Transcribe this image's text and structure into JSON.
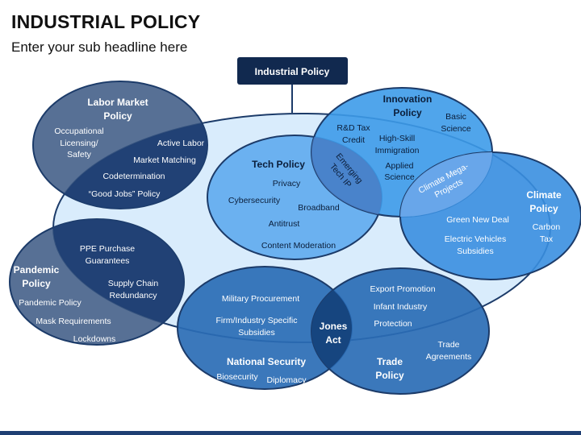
{
  "header": {
    "title": "INDUSTRIAL POLICY",
    "subtitle": "Enter your sub headline here"
  },
  "center_label": "Industrial Policy",
  "colors": {
    "navy": "#1f3f73",
    "dark_navy": "#11294f",
    "mid_blue": "#2a6cb5",
    "light_blue": "#d9ecfc",
    "bright_blue": "#3d9be9",
    "outline": "#1c3b69"
  },
  "labor_market": {
    "title_lines": [
      "Labor Market",
      "Policy"
    ],
    "occupational": [
      "Occupational",
      "Licensing/",
      "Safety"
    ],
    "active_labor": "Active Labor",
    "market_matching": "Market Matching",
    "codetermination": "Codetermination",
    "good_jobs": "“Good Jobs” Policy"
  },
  "tech_policy": {
    "title": "Tech Policy",
    "privacy": "Privacy",
    "cybersecurity": "Cybersecurity",
    "broadband": "Broadband",
    "antitrust": "Antitrust",
    "content_moderation": "Content Moderation"
  },
  "innovation": {
    "title_lines": [
      "Innovation",
      "Policy"
    ],
    "basic_science": [
      "Basic",
      "Science"
    ],
    "rd_tax": [
      "R&D Tax",
      "Credit"
    ],
    "high_skill": [
      "High-Skill",
      "Immigration"
    ],
    "applied_science": [
      "Applied",
      "Science"
    ]
  },
  "emerging_tech": [
    "Emerging",
    "Tech IP"
  ],
  "climate_mega": [
    "Climate Mega-",
    "Projects"
  ],
  "climate": {
    "title_lines": [
      "Climate",
      "Policy"
    ],
    "carbon_tax": [
      "Carbon",
      "Tax"
    ],
    "green_new_deal": "Green New Deal",
    "ev_subsidies": [
      "Electric Vehicles",
      "Subsidies"
    ]
  },
  "pandemic": {
    "title_lines": [
      "Pandemic",
      "Policy"
    ],
    "ppe": [
      "PPE Purchase",
      "Guarantees"
    ],
    "supply_chain": [
      "Supply Chain",
      "Redundancy"
    ],
    "pandemic_policy": "Pandemic Policy",
    "mask": "Mask Requirements",
    "lockdowns": "Lockdowns"
  },
  "national_security": {
    "title": "National Security",
    "military": "Military Procurement",
    "firm_industry": [
      "Firm/Industry Specific",
      "Subsidies"
    ],
    "biosecurity": "Biosecurity",
    "diplomacy": "Diplomacy"
  },
  "jones_act": [
    "Jones",
    "Act"
  ],
  "trade": {
    "title_lines": [
      "Trade",
      "Policy"
    ],
    "export": "Export Promotion",
    "infant": "Infant Industry",
    "protection": "Protection",
    "agreements": [
      "Trade",
      "Agreements"
    ]
  }
}
